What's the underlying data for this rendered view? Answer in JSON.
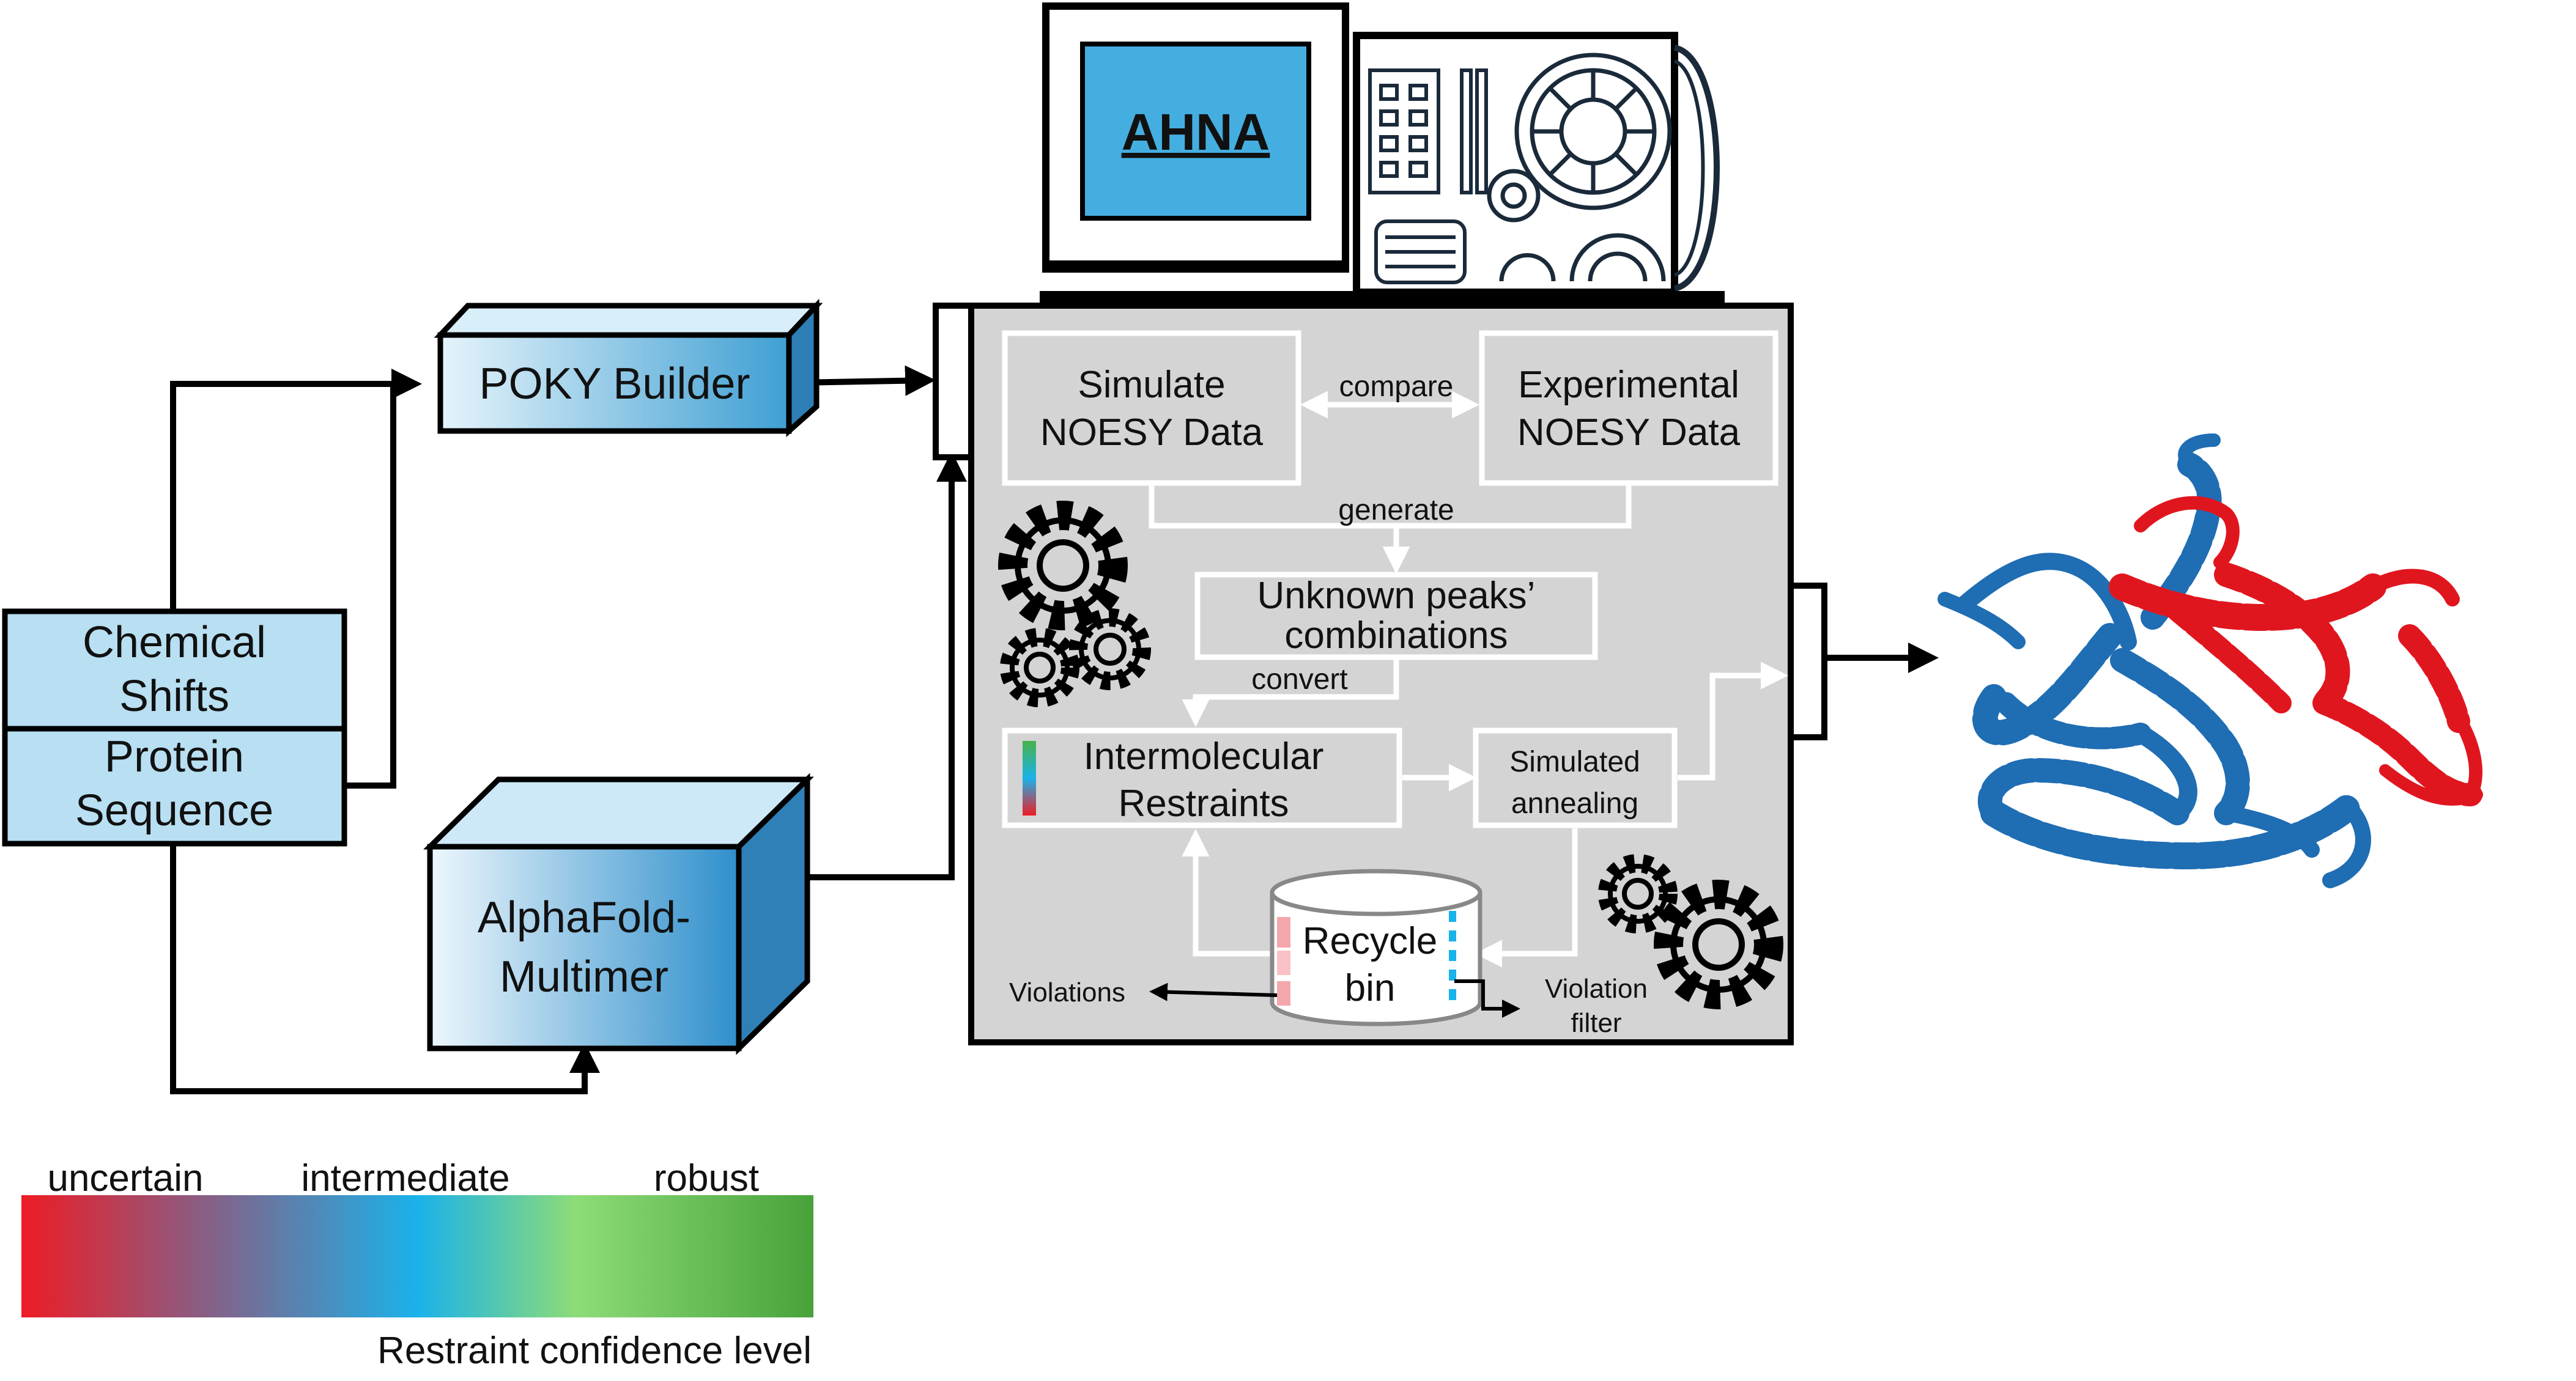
{
  "inputs": {
    "chemical_shifts": [
      "Chemical",
      "Shifts"
    ],
    "protein_sequence": [
      "Protein",
      "Sequence"
    ]
  },
  "tools": {
    "poky_builder": "POKY Builder",
    "alphafold": [
      "AlphaFold-",
      "Multimer"
    ]
  },
  "machine": {
    "title": "AHNA"
  },
  "pipeline": {
    "simulate": [
      "Simulate",
      "NOESY Data"
    ],
    "experimental": [
      "Experimental",
      "NOESY Data"
    ],
    "compare": "compare",
    "generate": "generate",
    "unknown": [
      "Unknown peaks’",
      "combinations"
    ],
    "convert": "convert",
    "intermolecular": [
      "Intermolecular",
      "Restraints"
    ],
    "annealing": [
      "Simulated",
      "annealing"
    ],
    "recycle": [
      "Recycle",
      "bin"
    ],
    "violations": "Violations",
    "violation_filter": [
      "Violation",
      "filter"
    ]
  },
  "legend": {
    "uncertain": "uncertain",
    "intermediate": "intermediate",
    "robust": "robust",
    "caption": "Restraint confidence level",
    "colors": {
      "uncertain": "#ee1c25",
      "intermediate": "#1ab2ea",
      "robust": "#48a23a"
    }
  },
  "colors": {
    "box_fill": "#b8dff2",
    "accent_blue": "#45aee0",
    "panel_gray": "#d4d4d4",
    "protein_blue": "#1f6db3",
    "protein_red": "#e0161f"
  }
}
